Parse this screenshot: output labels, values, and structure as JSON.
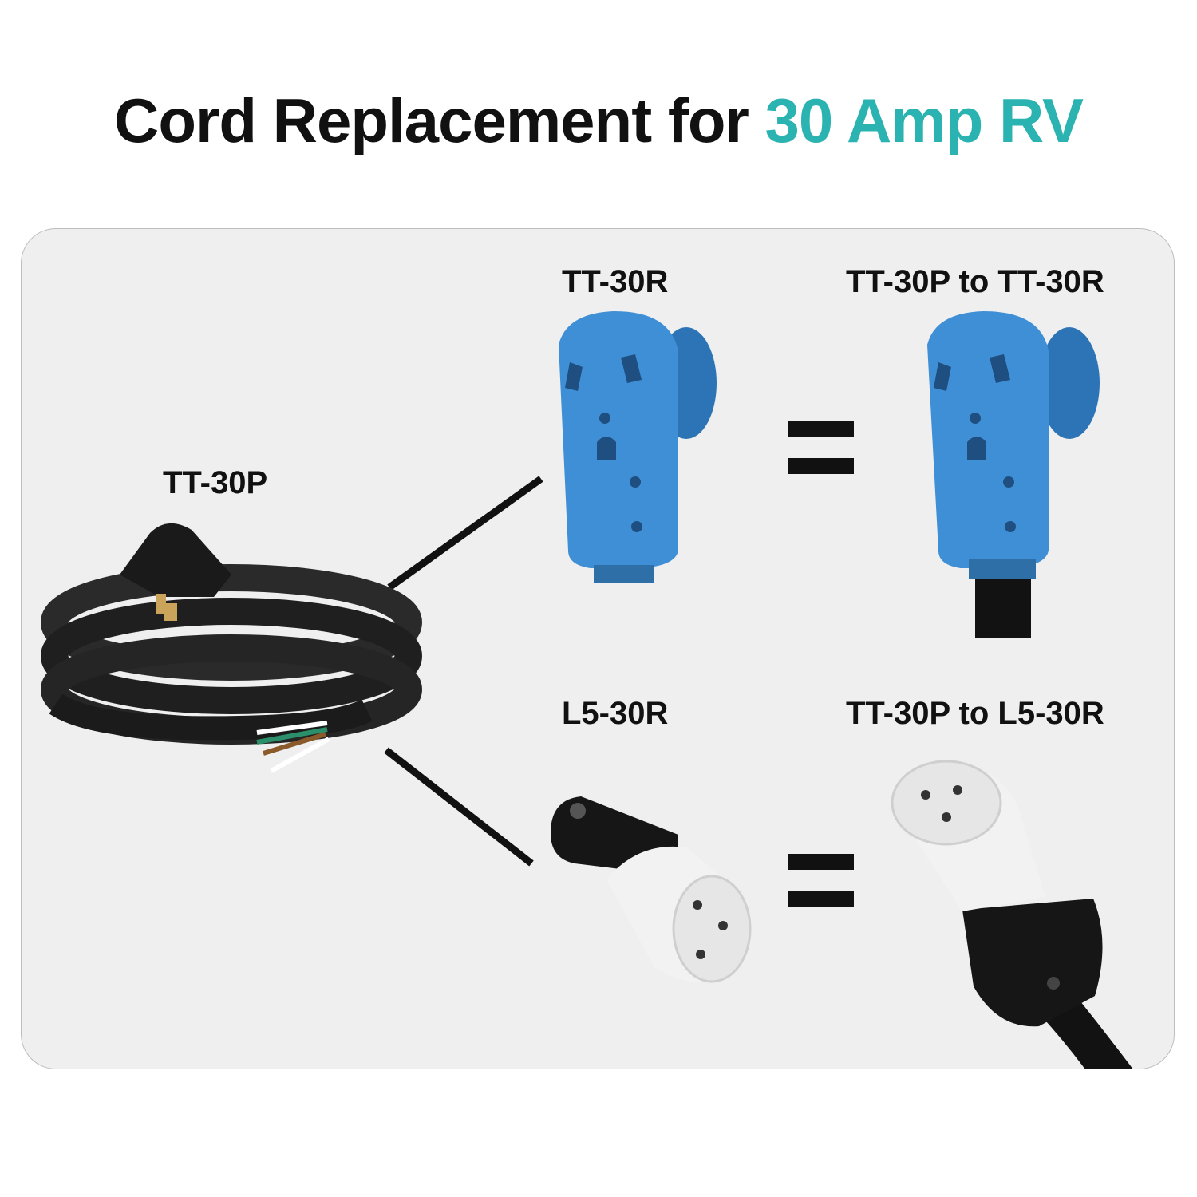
{
  "header": {
    "title_main": "Cord Replacement for ",
    "title_accent": "30 Amp RV"
  },
  "labels": {
    "source_plug": "TT-30P",
    "receptacle_top": "TT-30R",
    "result_top": "TT-30P to TT-30R",
    "receptacle_bottom": "L5-30R",
    "result_bottom": "TT-30P to L5-30R"
  },
  "colors": {
    "accent": "#2bb3b1",
    "receptacle_blue": "#3f8fd6",
    "cord_black": "#1c1c1c",
    "locking_white": "#f2f2f2",
    "panel_bg": "#efefef"
  }
}
